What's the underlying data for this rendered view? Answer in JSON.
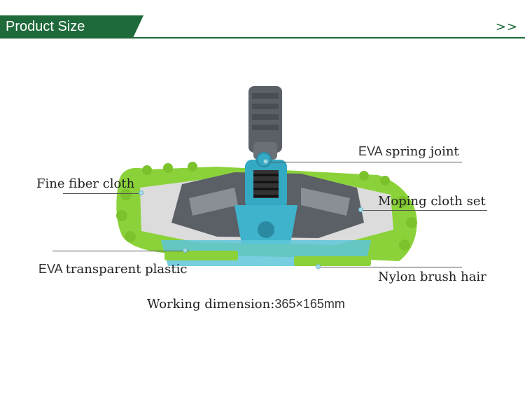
{
  "header": {
    "title": "Product Size",
    "more": ">>",
    "accent_color": "#1f6a3a"
  },
  "product": {
    "image": "floor-mop-head-photo",
    "colors": {
      "cloth": "#8bd23a",
      "body": "#5b5f66",
      "joint": "#34a9c4",
      "pad": "#dcdcdc"
    }
  },
  "callouts": {
    "spring_joint": {
      "brand": "EVA",
      "label": "spring joint"
    },
    "fiber_cloth": {
      "label": "Fine fiber cloth"
    },
    "cloth_set": {
      "label": "Moping cloth set"
    },
    "transparent_plastic": {
      "brand": "EVA",
      "label": "transparent plastic"
    },
    "brush_hair": {
      "label": "Nylon brush hair"
    }
  },
  "dimension": {
    "label": "Working dimension:",
    "value": "365×165mm"
  }
}
